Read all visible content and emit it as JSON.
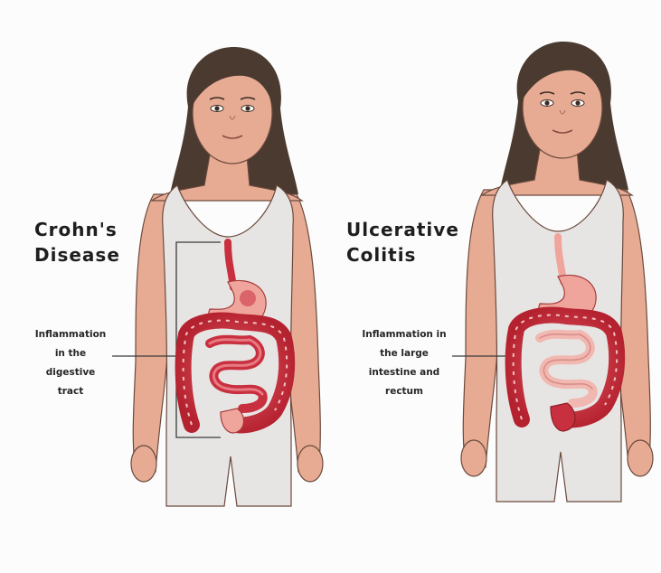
{
  "panels": [
    {
      "title": "Crohn's\nDisease",
      "annotation": "Inflammation\nin the\ndigestive\ntract"
    },
    {
      "title": "Ulcerative\nColitis",
      "annotation": "Inflammation in\nthe large\nintestine and\nrectum"
    }
  ],
  "colors": {
    "skin": "#e7ab94",
    "hair": "#4a3a2f",
    "shirt": "#e7e5e4",
    "intestine_inflamed": "#c9303f",
    "stomach": "#f0a59c",
    "small_intestine": "#f0b8b0"
  }
}
